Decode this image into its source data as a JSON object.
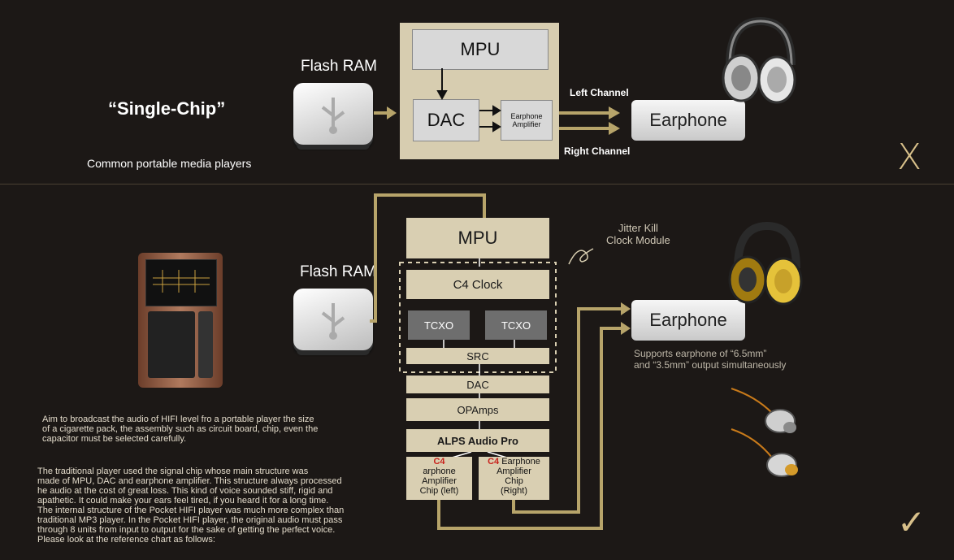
{
  "top": {
    "title": "“Single-Chip”",
    "subtitle": "Common portable media players",
    "flash_label": "Flash RAM",
    "mpu": "MPU",
    "dac": "DAC",
    "amp": "Earphone\nAmplifier",
    "left_channel": "Left Channel",
    "right_channel": "Right Channel",
    "earphone": "Earphone",
    "mark": "X"
  },
  "bottom": {
    "flash_label": "Flash RAM",
    "mpu": "MPU",
    "jitter": "Jitter Kill\nClock Module",
    "c4clock": "C4 Clock",
    "tcxo1": "TCXO",
    "tcxo2": "TCXO",
    "src": "SRC",
    "dac": "DAC",
    "opamps": "OPAmps",
    "alps": "ALPS Audio Pro",
    "chip_left_c4": "C4",
    "chip_left": "arphone\nAmplifier\nChip (left)",
    "chip_right_c4": "C4",
    "chip_right_a": " Earphone",
    "chip_right": "Amplifier\nChip\n(Right)",
    "earphone": "Earphone",
    "supports": "Supports earphone of “6.5mm”\nand “3.5mm” output simultaneously",
    "para1": "Aim to broadcast the audio of HIFI level fro a portable player the size\nof a cigarette pack, the assembly such as circuit board, chip, even the\ncapacitor must be selected carefully.",
    "para2": "The traditional player used the signal chip whose main structure was\nmade of MPU, DAC and earphone amplifier. This structure always processed\nhe audio at the cost of great loss. This kind of voice sounded stiff, rigid and\napathetic. It could make your ears feel tired, if you heard it for a long time.\nThe internal structure of the Pocket HIFI player was much more complex than\ntraditional MP3 player. In the Pocket HIFI player, the original audio must pass\nthrough 8 units from input to output for the sake of getting the perfect voice.\nPlease look at the reference chart as follows:",
    "mark": "✓"
  },
  "colors": {
    "gold": "#b7a46a",
    "beige": "#d9cfb2",
    "c4red": "#c8201a",
    "mark": "#d8c08a"
  }
}
